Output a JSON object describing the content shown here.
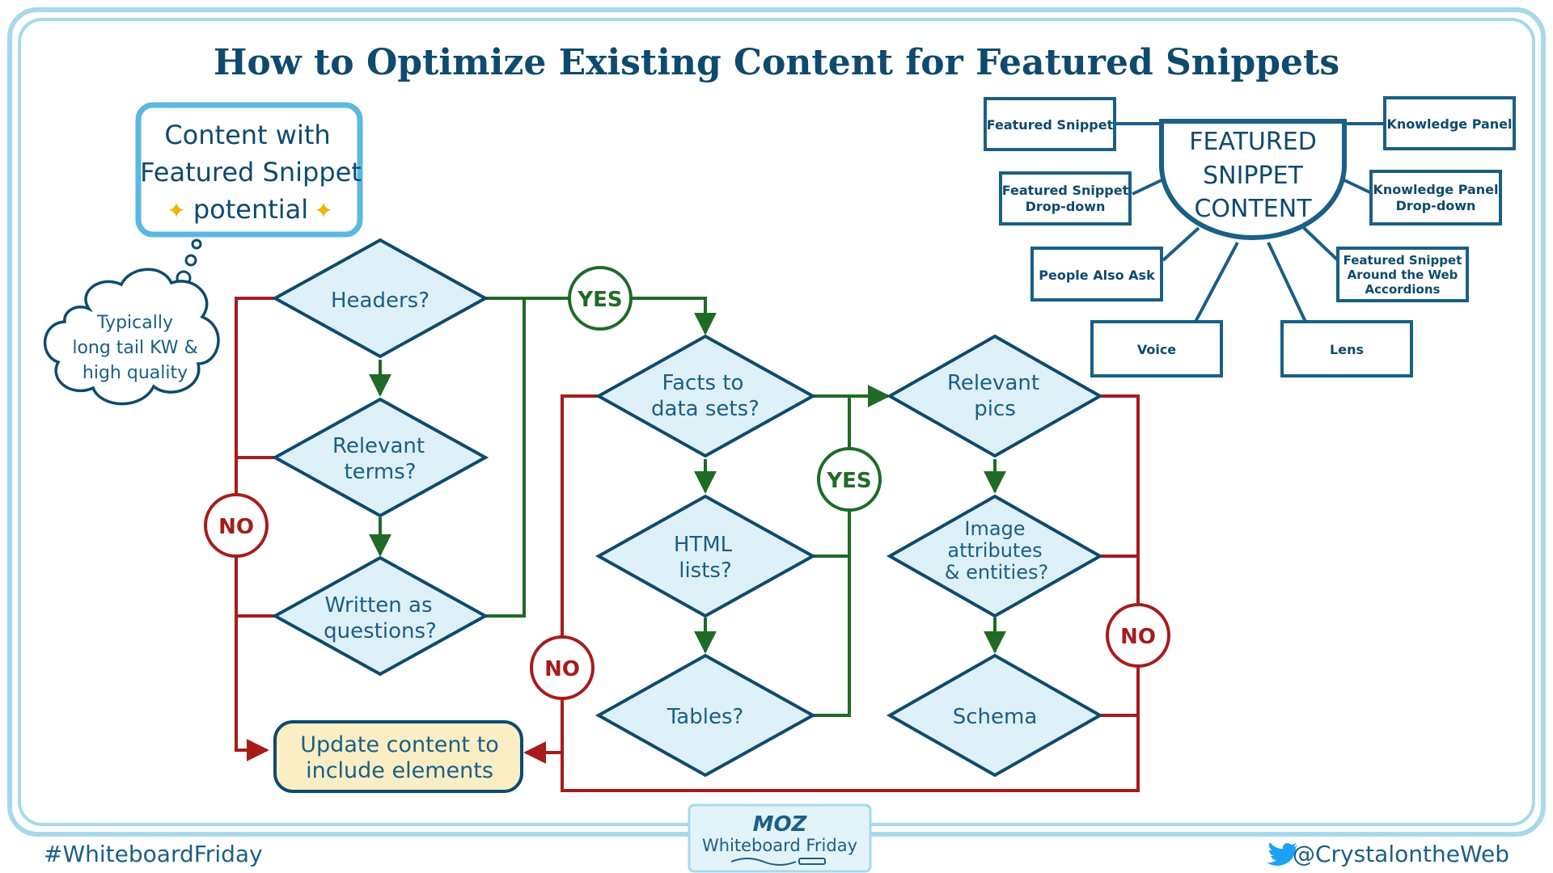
{
  "title": "How to Optimize Existing Content for Featured Snippets",
  "colors": {
    "navy": "#0e4a6e",
    "border": "#a8d8ea",
    "diamond_fill": "#dff1f8",
    "green": "#1e6b25",
    "red": "#a61c1c",
    "update_fill": "#fbeec4",
    "cloud_text": "#1a5f86"
  },
  "start_box": {
    "line1": "Content with",
    "line2": "Featured Snippet",
    "line3": "potential",
    "sparkle_icon": "sparkles-icon"
  },
  "thought_cloud": [
    "Typically",
    "long tail KW &",
    "high quality"
  ],
  "diamonds": {
    "headers": [
      "Headers?"
    ],
    "relevant_terms": [
      "Relevant",
      "terms?"
    ],
    "written_questions": [
      "Written as",
      "questions?"
    ],
    "facts": [
      "Facts to",
      "data sets?"
    ],
    "html_lists": [
      "HTML",
      "lists?"
    ],
    "tables": [
      "Tables?"
    ],
    "relevant_pics": [
      "Relevant",
      "pics"
    ],
    "image_attributes": [
      "Image",
      "attributes",
      "& entities?"
    ],
    "schema": [
      "Schema"
    ]
  },
  "badges": {
    "yes": "YES",
    "no": "NO"
  },
  "update_box": [
    "Update content to",
    "include elements"
  ],
  "hub": {
    "center": [
      "FEATURED",
      "SNIPPET",
      "CONTENT"
    ],
    "nodes": {
      "featured_snippet": [
        "Featured Snippet"
      ],
      "knowledge_panel": [
        "Knowledge Panel"
      ],
      "fs_dropdown": [
        "Featured Snippet",
        "Drop-down"
      ],
      "kp_dropdown": [
        "Knowledge Panel",
        "Drop-down"
      ],
      "people_also_ask": [
        "People Also Ask"
      ],
      "fs_around_web": [
        "Featured Snippet",
        "Around the Web",
        "Accordions"
      ],
      "voice": [
        "Voice"
      ],
      "lens": [
        "Lens"
      ]
    }
  },
  "footer": {
    "hashtag": "#WhiteboardFriday",
    "logo_top": "MOZ",
    "logo_bottom": "Whiteboard Friday",
    "handle": "@CrystalontheWeb",
    "bird_icon": "twitter-bird-icon"
  }
}
